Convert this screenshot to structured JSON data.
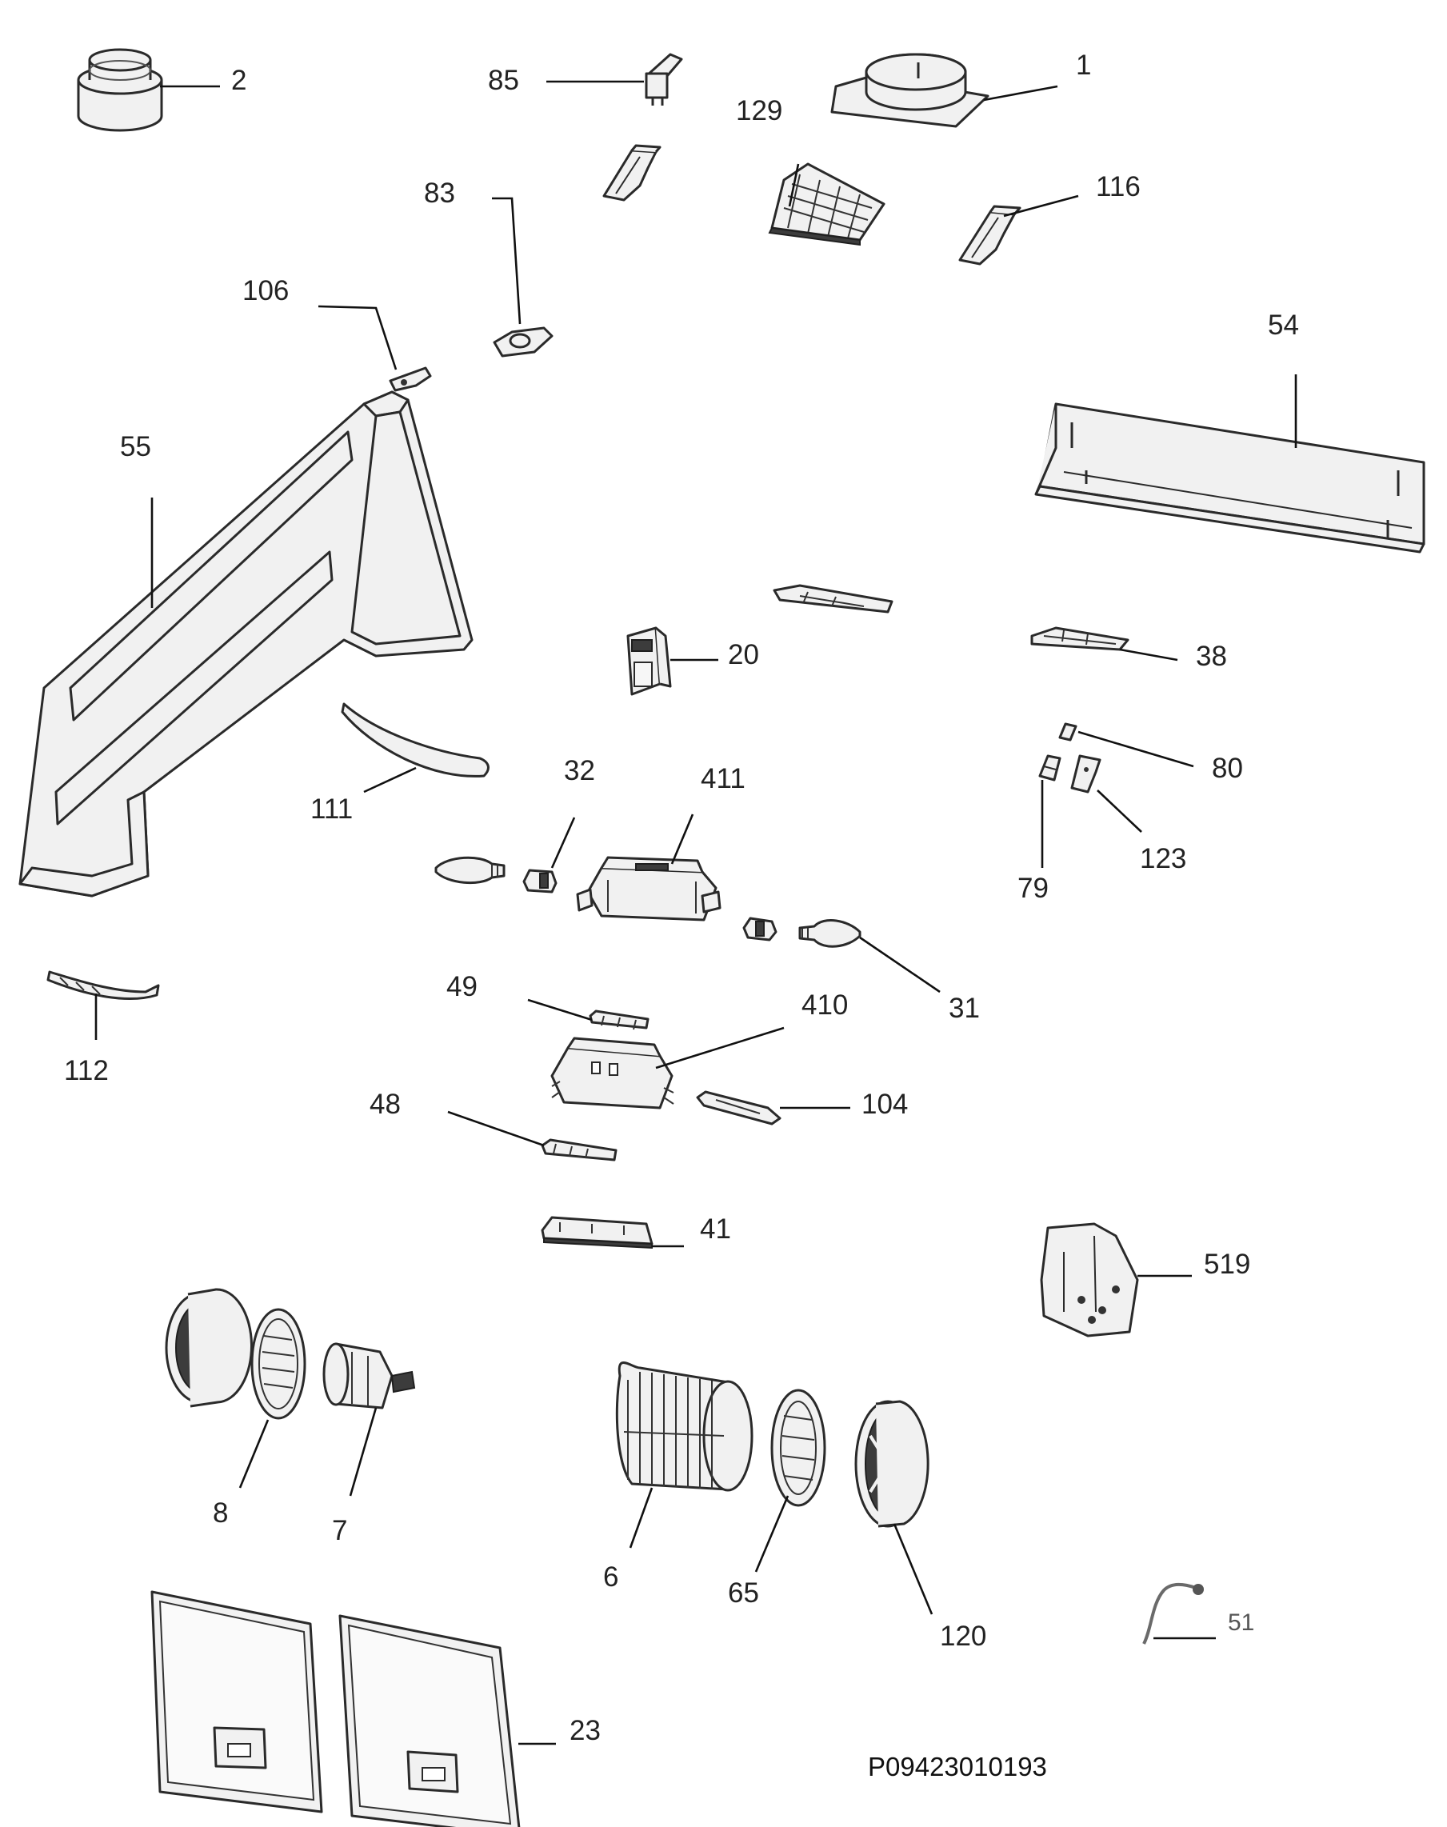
{
  "diagram": {
    "code": "P09423010193",
    "labels": {
      "p1": "1",
      "p2": "2",
      "p85": "85",
      "p129": "129",
      "p83": "83",
      "p116": "116",
      "p106": "106",
      "p54": "54",
      "p55": "55",
      "p20": "20",
      "p38": "38",
      "p32": "32",
      "p411": "411",
      "p80": "80",
      "p111": "111",
      "p123": "123",
      "p79": "79",
      "p31": "31",
      "p49": "49",
      "p410": "410",
      "p112": "112",
      "p48": "48",
      "p104": "104",
      "p41": "41",
      "p519": "519",
      "p8": "8",
      "p7": "7",
      "p6": "6",
      "p65": "65",
      "p120": "120",
      "p51": "51",
      "p23": "23"
    }
  }
}
